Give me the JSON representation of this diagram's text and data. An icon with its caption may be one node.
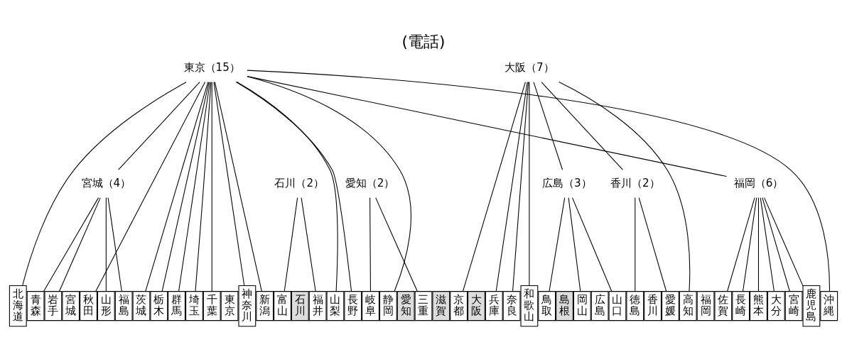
{
  "diagram": {
    "title": "(電話)",
    "nodes": [
      {
        "text": [
          "東京（15）"
        ]
      },
      {
        "text": [
          "大阪（7）"
        ]
      },
      {
        "text": [
          "福岡（6）"
        ]
      },
      {
        "text": [
          "宮城（4）"
        ]
      },
      {
        "text": [
          "広島（3）"
        ]
      },
      {
        "text": [
          "石川（2）"
        ]
      },
      {
        "text": [
          "愛知（2）"
        ]
      },
      {
        "text": [
          "香川（2）"
        ]
      },
      {
        "text": [
          "北海道"
        ]
      },
      {
        "text": [
          "青森"
        ]
      },
      {
        "text": [
          "岩手"
        ]
      },
      {
        "text": [
          "宮城"
        ]
      },
      {
        "text": [
          "秋田"
        ]
      },
      {
        "text": [
          "山形"
        ]
      },
      {
        "text": [
          "福島"
        ]
      },
      {
        "text": [
          "茨城"
        ]
      },
      {
        "text": [
          "栃木"
        ]
      },
      {
        "text": [
          "群馬"
        ]
      },
      {
        "text": [
          "埼玉"
        ]
      },
      {
        "text": [
          "千葉"
        ]
      },
      {
        "text": [
          "東京"
        ]
      },
      {
        "text": [
          "神奈川"
        ]
      },
      {
        "text": [
          "新潟"
        ]
      },
      {
        "text": [
          "富山"
        ]
      },
      {
        "text": [
          "石川"
        ]
      },
      {
        "text": [
          "福井"
        ]
      },
      {
        "text": [
          "山梨"
        ]
      },
      {
        "text": [
          "長野"
        ]
      },
      {
        "text": [
          "岐阜"
        ]
      },
      {
        "text": [
          "静岡"
        ]
      },
      {
        "text": [
          "愛知"
        ]
      },
      {
        "text": [
          "三重"
        ]
      },
      {
        "text": [
          "滋賀"
        ]
      },
      {
        "text": [
          "京都"
        ]
      },
      {
        "text": [
          "大阪"
        ]
      },
      {
        "text": [
          "兵庫"
        ]
      },
      {
        "text": [
          "奈良"
        ]
      },
      {
        "text": [
          "和歌山"
        ]
      },
      {
        "text": [
          "鳥取"
        ]
      },
      {
        "text": [
          "島根"
        ]
      },
      {
        "text": [
          "岡山"
        ]
      },
      {
        "text": [
          "広島"
        ]
      },
      {
        "text": [
          "山口"
        ]
      },
      {
        "text": [
          "徳島"
        ]
      },
      {
        "text": [
          "香川"
        ]
      },
      {
        "text": [
          "愛媛"
        ]
      },
      {
        "text": [
          "高知"
        ]
      },
      {
        "text": [
          "福岡"
        ]
      },
      {
        "text": [
          "佐賀"
        ]
      },
      {
        "text": [
          "長崎"
        ]
      },
      {
        "text": [
          "熊本"
        ]
      },
      {
        "text": [
          "大分"
        ]
      },
      {
        "text": [
          "宮崎"
        ]
      },
      {
        "text": [
          "鹿児島"
        ]
      },
      {
        "text": [
          "沖縄"
        ]
      }
    ],
    "edges": [
      {
        "from": 0,
        "to": 8,
        "arrow": "none"
      },
      {
        "from": 0,
        "to": 3,
        "arrow": "none"
      },
      {
        "from": 0,
        "to": 12,
        "arrow": "none"
      },
      {
        "from": 0,
        "to": 15,
        "arrow": "none"
      },
      {
        "from": 0,
        "to": 16,
        "arrow": "none"
      },
      {
        "from": 0,
        "to": 17,
        "arrow": "none"
      },
      {
        "from": 0,
        "to": 18,
        "arrow": "none"
      },
      {
        "from": 0,
        "to": 19,
        "arrow": "none"
      },
      {
        "from": 0,
        "to": 21,
        "arrow": "none"
      },
      {
        "from": 0,
        "to": 22,
        "arrow": "none"
      },
      {
        "from": 0,
        "to": 26,
        "arrow": "none"
      },
      {
        "from": 0,
        "to": 27,
        "arrow": "none"
      },
      {
        "from": 0,
        "to": 29,
        "arrow": "none"
      },
      {
        "from": 0,
        "to": 2,
        "arrow": "none"
      },
      {
        "from": 0,
        "to": 54,
        "arrow": "none"
      },
      {
        "from": 3,
        "to": 9,
        "arrow": "none"
      },
      {
        "from": 3,
        "to": 10,
        "arrow": "none"
      },
      {
        "from": 3,
        "to": 13,
        "arrow": "none"
      },
      {
        "from": 3,
        "to": 14,
        "arrow": "none"
      },
      {
        "from": 5,
        "to": 23,
        "arrow": "none"
      },
      {
        "from": 5,
        "to": 25,
        "arrow": "none"
      },
      {
        "from": 6,
        "to": 28,
        "arrow": "none"
      },
      {
        "from": 6,
        "to": 31,
        "arrow": "none"
      },
      {
        "from": 1,
        "to": 33,
        "arrow": "none"
      },
      {
        "from": 1,
        "to": 35,
        "arrow": "none"
      },
      {
        "from": 1,
        "to": 36,
        "arrow": "none"
      },
      {
        "from": 1,
        "to": 37,
        "arrow": "none"
      },
      {
        "from": 1,
        "to": 4,
        "arrow": "none"
      },
      {
        "from": 1,
        "to": 7,
        "arrow": "none"
      },
      {
        "from": 1,
        "to": 46,
        "arrow": "none"
      },
      {
        "from": 4,
        "to": 38,
        "arrow": "none"
      },
      {
        "from": 4,
        "to": 40,
        "arrow": "none"
      },
      {
        "from": 4,
        "to": 42,
        "arrow": "none"
      },
      {
        "from": 7,
        "to": 43,
        "arrow": "none"
      },
      {
        "from": 7,
        "to": 45,
        "arrow": "none"
      },
      {
        "from": 2,
        "to": 48,
        "arrow": "none"
      },
      {
        "from": 2,
        "to": 49,
        "arrow": "none"
      },
      {
        "from": 2,
        "to": 50,
        "arrow": "none"
      },
      {
        "from": 2,
        "to": 51,
        "arrow": "none"
      },
      {
        "from": 2,
        "to": 52,
        "arrow": "none"
      },
      {
        "from": 2,
        "to": 53,
        "arrow": "none"
      }
    ]
  }
}
